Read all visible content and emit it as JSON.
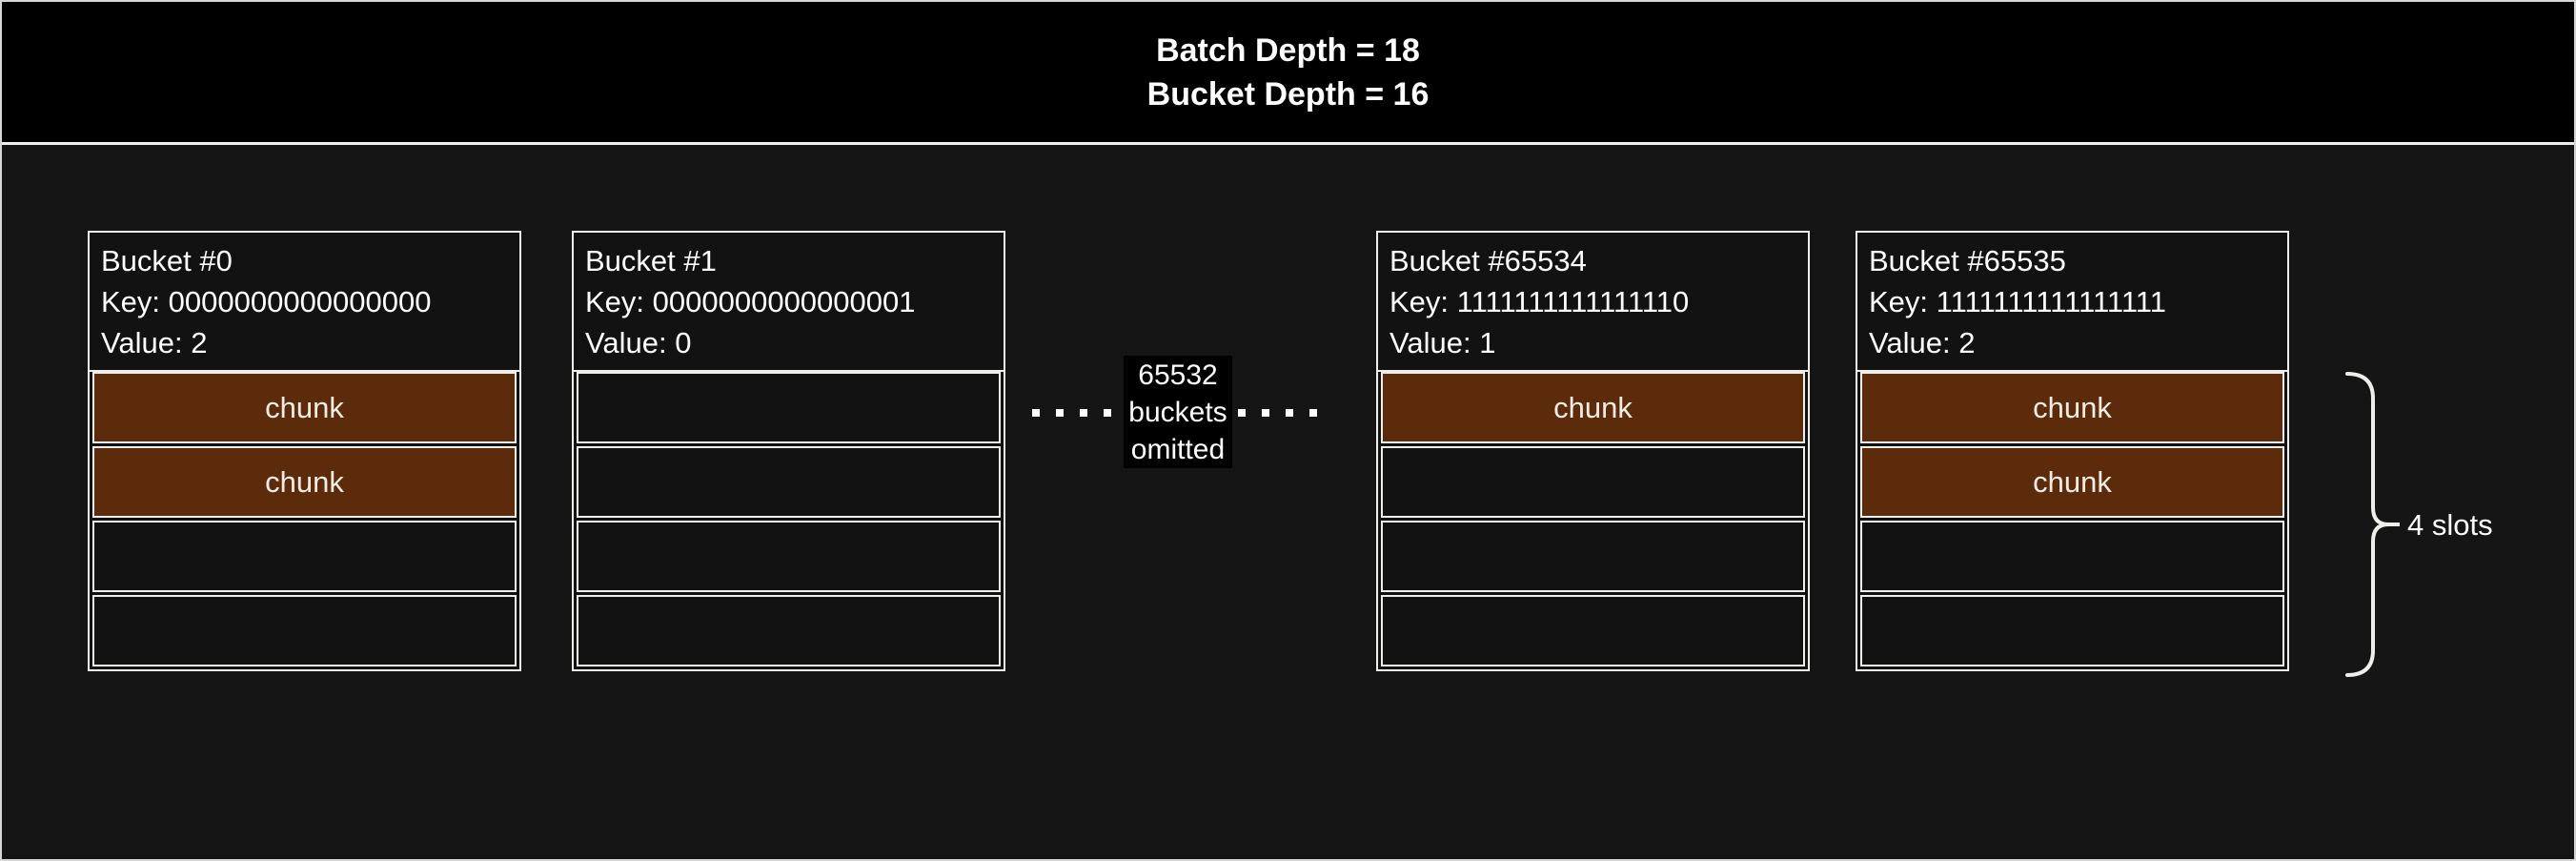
{
  "header": {
    "line1": "Batch Depth = 18",
    "line2": "Bucket Depth = 16"
  },
  "buckets": [
    {
      "title": "Bucket #0",
      "key": "Key: 0000000000000000",
      "value": "Value: 2",
      "slots": [
        {
          "state": "chunk",
          "label": "chunk"
        },
        {
          "state": "chunk",
          "label": "chunk"
        },
        {
          "state": "empty",
          "label": ""
        },
        {
          "state": "empty",
          "label": ""
        }
      ]
    },
    {
      "title": "Bucket #1",
      "key": "Key: 0000000000000001",
      "value": "Value: 0",
      "slots": [
        {
          "state": "empty",
          "label": ""
        },
        {
          "state": "empty",
          "label": ""
        },
        {
          "state": "empty",
          "label": ""
        },
        {
          "state": "empty",
          "label": ""
        }
      ]
    },
    {
      "title": "Bucket #65534",
      "key": "Key: 1111111111111110",
      "value": "Value: 1",
      "slots": [
        {
          "state": "chunk",
          "label": "chunk"
        },
        {
          "state": "empty",
          "label": ""
        },
        {
          "state": "empty",
          "label": ""
        },
        {
          "state": "empty",
          "label": ""
        }
      ]
    },
    {
      "title": "Bucket #65535",
      "key": "Key: 1111111111111111",
      "value": "Value: 2",
      "slots": [
        {
          "state": "chunk",
          "label": "chunk"
        },
        {
          "state": "chunk",
          "label": "chunk"
        },
        {
          "state": "empty",
          "label": ""
        },
        {
          "state": "empty",
          "label": ""
        }
      ]
    }
  ],
  "omitted": {
    "lines": [
      "65532",
      "buckets",
      "omitted"
    ]
  },
  "annotation": {
    "slots_label": "4 slots"
  },
  "colors": {
    "page_bg": "#151515",
    "header_bg": "#000000",
    "label_bg": "#000000",
    "outer_border": "#d6d6d6",
    "border_light": "#f0eeea",
    "chunk_fill": "#5c2b0c",
    "chunk_text": "#f5ece2",
    "text": "#ffffff"
  }
}
